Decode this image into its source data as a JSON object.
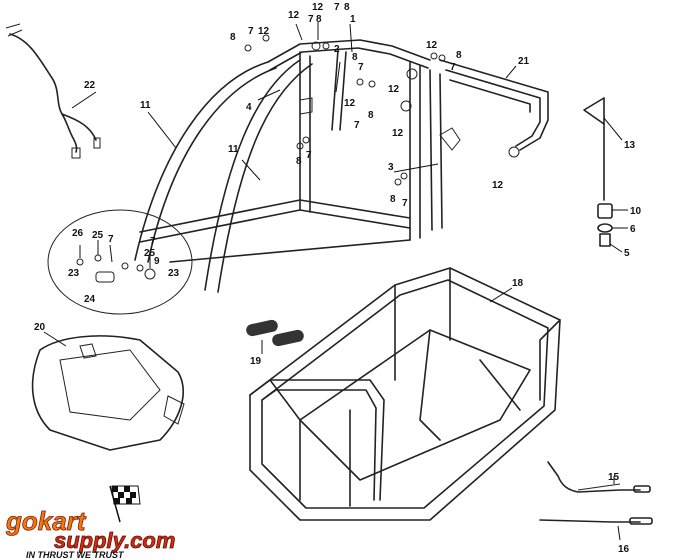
{
  "diagram": {
    "callouts": {
      "c1": "1",
      "c2": "2",
      "c3": "3",
      "c4": "4",
      "c5": "5",
      "c6": "6",
      "c7a": "7",
      "c7b": "7",
      "c7c": "7",
      "c7d": "7",
      "c7e": "7",
      "c7f": "7",
      "c7g": "7",
      "c7h": "7",
      "c7i": "7",
      "c7j": "7",
      "c8a": "8",
      "c8b": "8",
      "c8c": "8",
      "c8d": "8",
      "c8e": "8",
      "c8f": "8",
      "c8g": "8",
      "c9": "9",
      "c10": "10",
      "c11a": "11",
      "c11b": "11",
      "c12a": "12",
      "c12b": "12",
      "c12c": "12",
      "c12d": "12",
      "c12e": "12",
      "c12f": "12",
      "c12g": "12",
      "c12h": "12",
      "c13": "13",
      "c15": "15",
      "c16": "16",
      "c18": "18",
      "c19": "19",
      "c20": "20",
      "c21": "21",
      "c22": "22",
      "c23a": "23",
      "c23b": "23",
      "c24": "24",
      "c25a": "25",
      "c25b": "25",
      "c26": "26"
    }
  },
  "logo": {
    "line1": "gokart",
    "line2": "supply.com",
    "tagline": "IN THRUST WE TRUST"
  },
  "colors": {
    "logo_orange": "#f07a10",
    "logo_red": "#d82a10",
    "ink": "#111111"
  }
}
